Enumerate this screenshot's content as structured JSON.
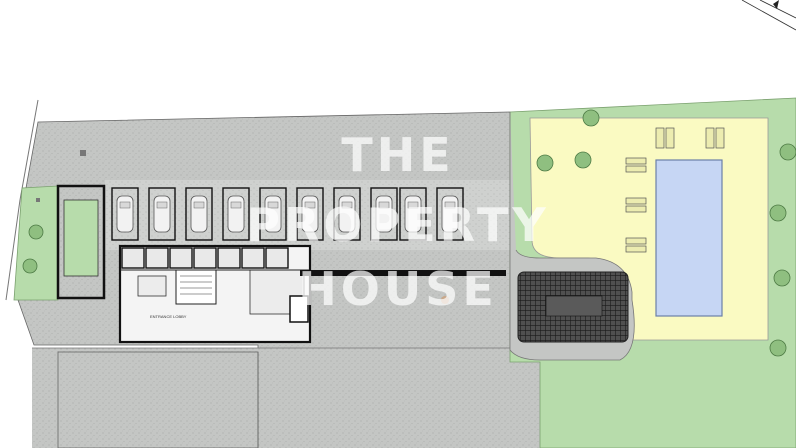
{
  "watermark": {
    "line1": "THE",
    "line2": "PROPERTY",
    "line3": "HOUSE"
  },
  "room_labels": {
    "lobby": "ENTRANCE LOBBY"
  },
  "parking": {
    "spaces_count": 10
  },
  "colors": {
    "paving": "#c4c6c4",
    "parking_zone": "#cfd1cf",
    "garden": "#b7dcab",
    "pool_deck": "#fafac2",
    "pool_water": "#c6d6f4",
    "building_fill": "#f4f4f4",
    "wall": "#111111",
    "pergola": "#3c3c3c"
  },
  "icons": {
    "north_arrow": "north-arrow-icon",
    "tree": "tree-icon",
    "sunbed": "sunbed-icon",
    "car": "car-icon"
  }
}
